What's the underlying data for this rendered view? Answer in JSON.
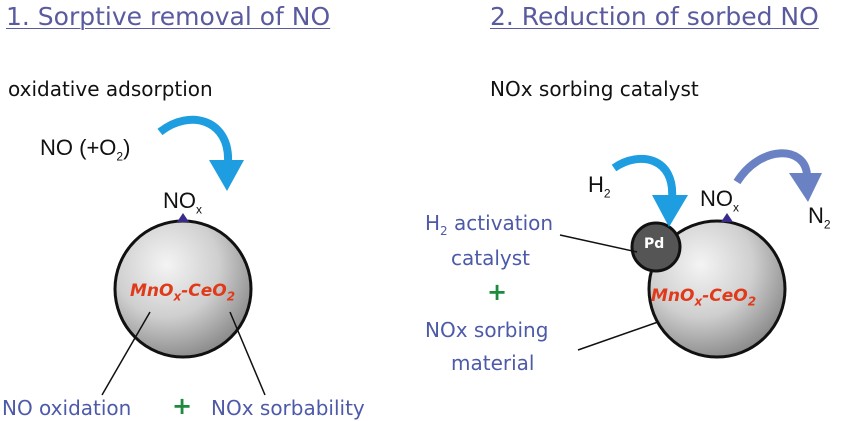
{
  "left": {
    "heading": "1. Sorptive removal of NO",
    "subtitle": "oxidative adsorption",
    "reactant": {
      "prefix": "NO (+O",
      "sub": "2",
      "suffix": ")"
    },
    "nox": {
      "main": "NO",
      "sub": "x"
    },
    "sphere": {
      "a": "MnO",
      "a_sub": "x",
      "dash": "-",
      "b": "CeO",
      "b_sub": "2"
    },
    "label_oxidation": "NO oxidation",
    "plus": "+",
    "label_sorbability": "NOx sorbability"
  },
  "right": {
    "heading": "2. Reduction of sorbed NO",
    "subtitle": "NOx sorbing catalyst",
    "h2": {
      "main": "H",
      "sub": "2"
    },
    "nox": {
      "main": "NO",
      "sub": "x"
    },
    "n2": {
      "main": "N",
      "sub": "2"
    },
    "pd": "Pd",
    "sphere": {
      "a": "MnO",
      "a_sub": "x",
      "dash": "-",
      "b": "CeO",
      "b_sub": "2"
    },
    "label_h2_prefix": "H",
    "label_h2_sub": "2",
    "label_h2_rest": " activation",
    "label_catalyst": "catalyst",
    "plus": "+",
    "label_nox_sorbing": "NOx sorbing",
    "label_material": "material"
  },
  "colors": {
    "heading": "#5a5a9e",
    "arrow_left": "#1e9ee0",
    "arrow_right_nox": "#6a82c4",
    "label_blue": "#4d5aa8",
    "sphere_text": "#e03a1a",
    "plus": "#1d8a3e",
    "pd_particle": "#555555"
  }
}
